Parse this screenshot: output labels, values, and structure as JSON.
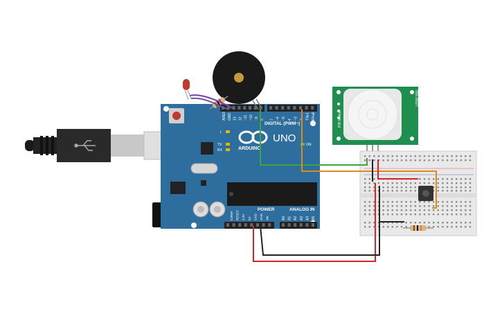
{
  "board": {
    "brand": "ARDUINO",
    "model": "UNO",
    "digital_header": "DIGITAL (PWM~)",
    "power_header": "POWER",
    "analog_header": "ANALOG IN",
    "on_label": "ON",
    "l_label": "L",
    "tx_label": "TX",
    "rx_label": "RX",
    "digital_pins": [
      "AREF",
      "GND",
      "13",
      "12",
      "~11",
      "~10",
      "~9",
      "8",
      "7",
      "~6",
      "~5",
      "4",
      "~3",
      "2",
      "TX▸1",
      "RX◂0"
    ],
    "power_pins": [
      "IOREF",
      "RESET",
      "3.3V",
      "5V",
      "GND",
      "GND",
      "Vin"
    ],
    "analog_pins": [
      "A0",
      "A1",
      "A2",
      "A3",
      "A4",
      "A5"
    ],
    "colors": {
      "pcb": "#2d6e9e",
      "header": "#222222",
      "chip": "#1a1a1a",
      "silk": "#ffffff"
    }
  },
  "pir_sensor": {
    "label_left": "PIR Motion",
    "label_right": "555-28027",
    "sub_left": "Rev A",
    "sub_right": "Sensor",
    "colors": {
      "pcb": "#1e8f4e",
      "dome": "#f2f2f2"
    }
  },
  "components": {
    "buzzer": "piezo-buzzer",
    "led": "red-led",
    "button": "push-button",
    "resistors": 2,
    "breadboard": "mini-breadboard",
    "usb": "usb-b-cable",
    "power_jack": "dc-barrel-jack"
  },
  "wire_colors": {
    "green": "#3aa83a",
    "orange": "#e08a1e",
    "red": "#d8232a",
    "black": "#222222",
    "purple": "#7a4aa0"
  }
}
